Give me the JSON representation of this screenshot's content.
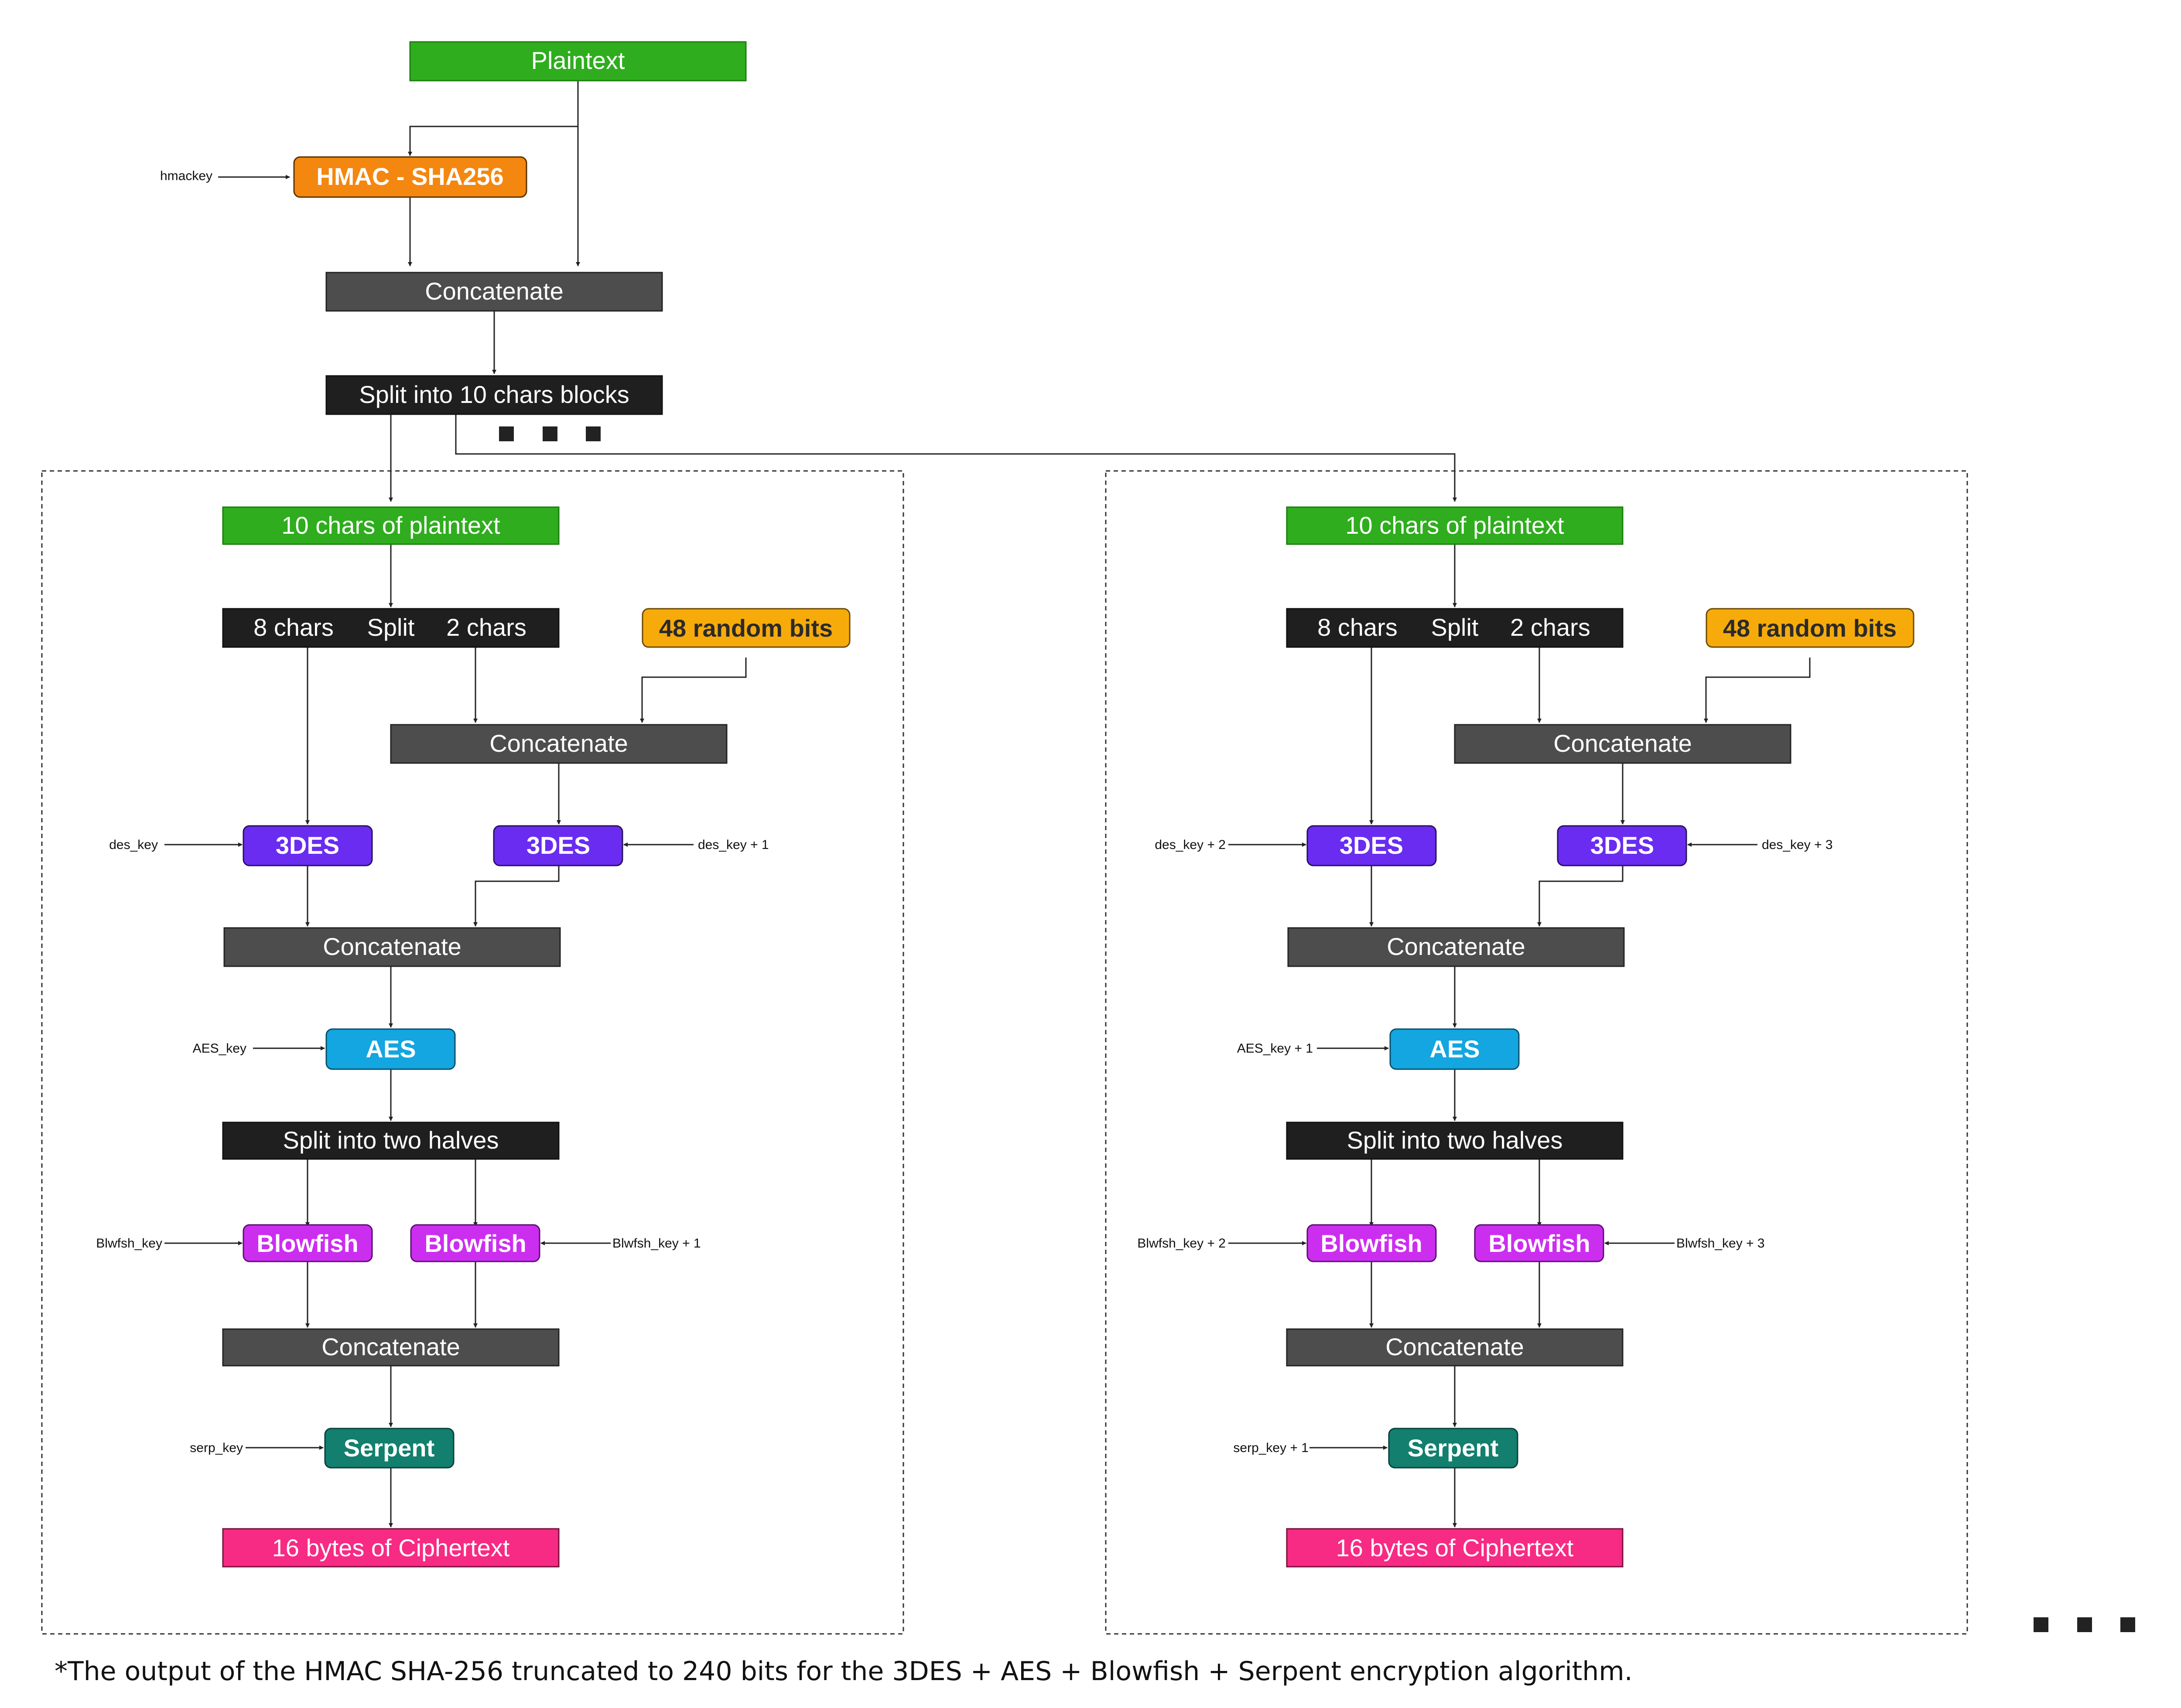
{
  "top": {
    "plaintext": "Plaintext",
    "hmackey": "hmackey",
    "hmac": "HMAC - SHA256",
    "concatenate": "Concatenate",
    "split": "Split into 10 chars blocks"
  },
  "left": {
    "plaintext10": "10 chars of plaintext",
    "split8": "8 chars",
    "splitword": "Split",
    "split2": "2 chars",
    "random": "48 random bits",
    "concat1": "Concatenate",
    "des_a": "3DES",
    "des_b": "3DES",
    "key_des_a": "des_key",
    "key_des_b": "des_key + 1",
    "concat2": "Concatenate",
    "aes": "AES",
    "key_aes": "AES_key",
    "halves": "Split into two halves",
    "bf_a": "Blowfish",
    "bf_b": "Blowfish",
    "key_bf_a": "Blwfsh_key",
    "key_bf_b": "Blwfsh_key + 1",
    "concat3": "Concatenate",
    "serpent": "Serpent",
    "key_serp": "serp_key",
    "cipher": "16 bytes of Ciphertext"
  },
  "right": {
    "plaintext10": "10 chars of plaintext",
    "split8": "8 chars",
    "splitword": "Split",
    "split2": "2 chars",
    "random": "48 random bits",
    "concat1": "Concatenate",
    "des_a": "3DES",
    "des_b": "3DES",
    "key_des_a": "des_key + 2",
    "key_des_b": "des_key + 3",
    "concat2": "Concatenate",
    "aes": "AES",
    "key_aes": "AES_key + 1",
    "halves": "Split into two halves",
    "bf_a": "Blowfish",
    "bf_b": "Blowfish",
    "key_bf_a": "Blwfsh_key + 2",
    "key_bf_b": "Blwfsh_key + 3",
    "concat3": "Concatenate",
    "serpent": "Serpent",
    "key_serp": "serp_key + 1",
    "cipher": "16 bytes of Ciphertext"
  },
  "footnote": "*The output of the HMAC SHA-256 truncated to 240 bits for the 3DES + AES + Blowfish + Serpent encryption algorithm.",
  "colors": {
    "plaintext": "#2fad1e",
    "hmac": "#f4870f",
    "concatenate": "#4d4d4d",
    "split": "#1f1f1f",
    "random": "#f7ab0a",
    "des": "#6a2cf0",
    "aes": "#13a6e0",
    "blowfish": "#cc2ef0",
    "serpent": "#137f6e",
    "cipher": "#f72a84",
    "line": "#222222"
  }
}
